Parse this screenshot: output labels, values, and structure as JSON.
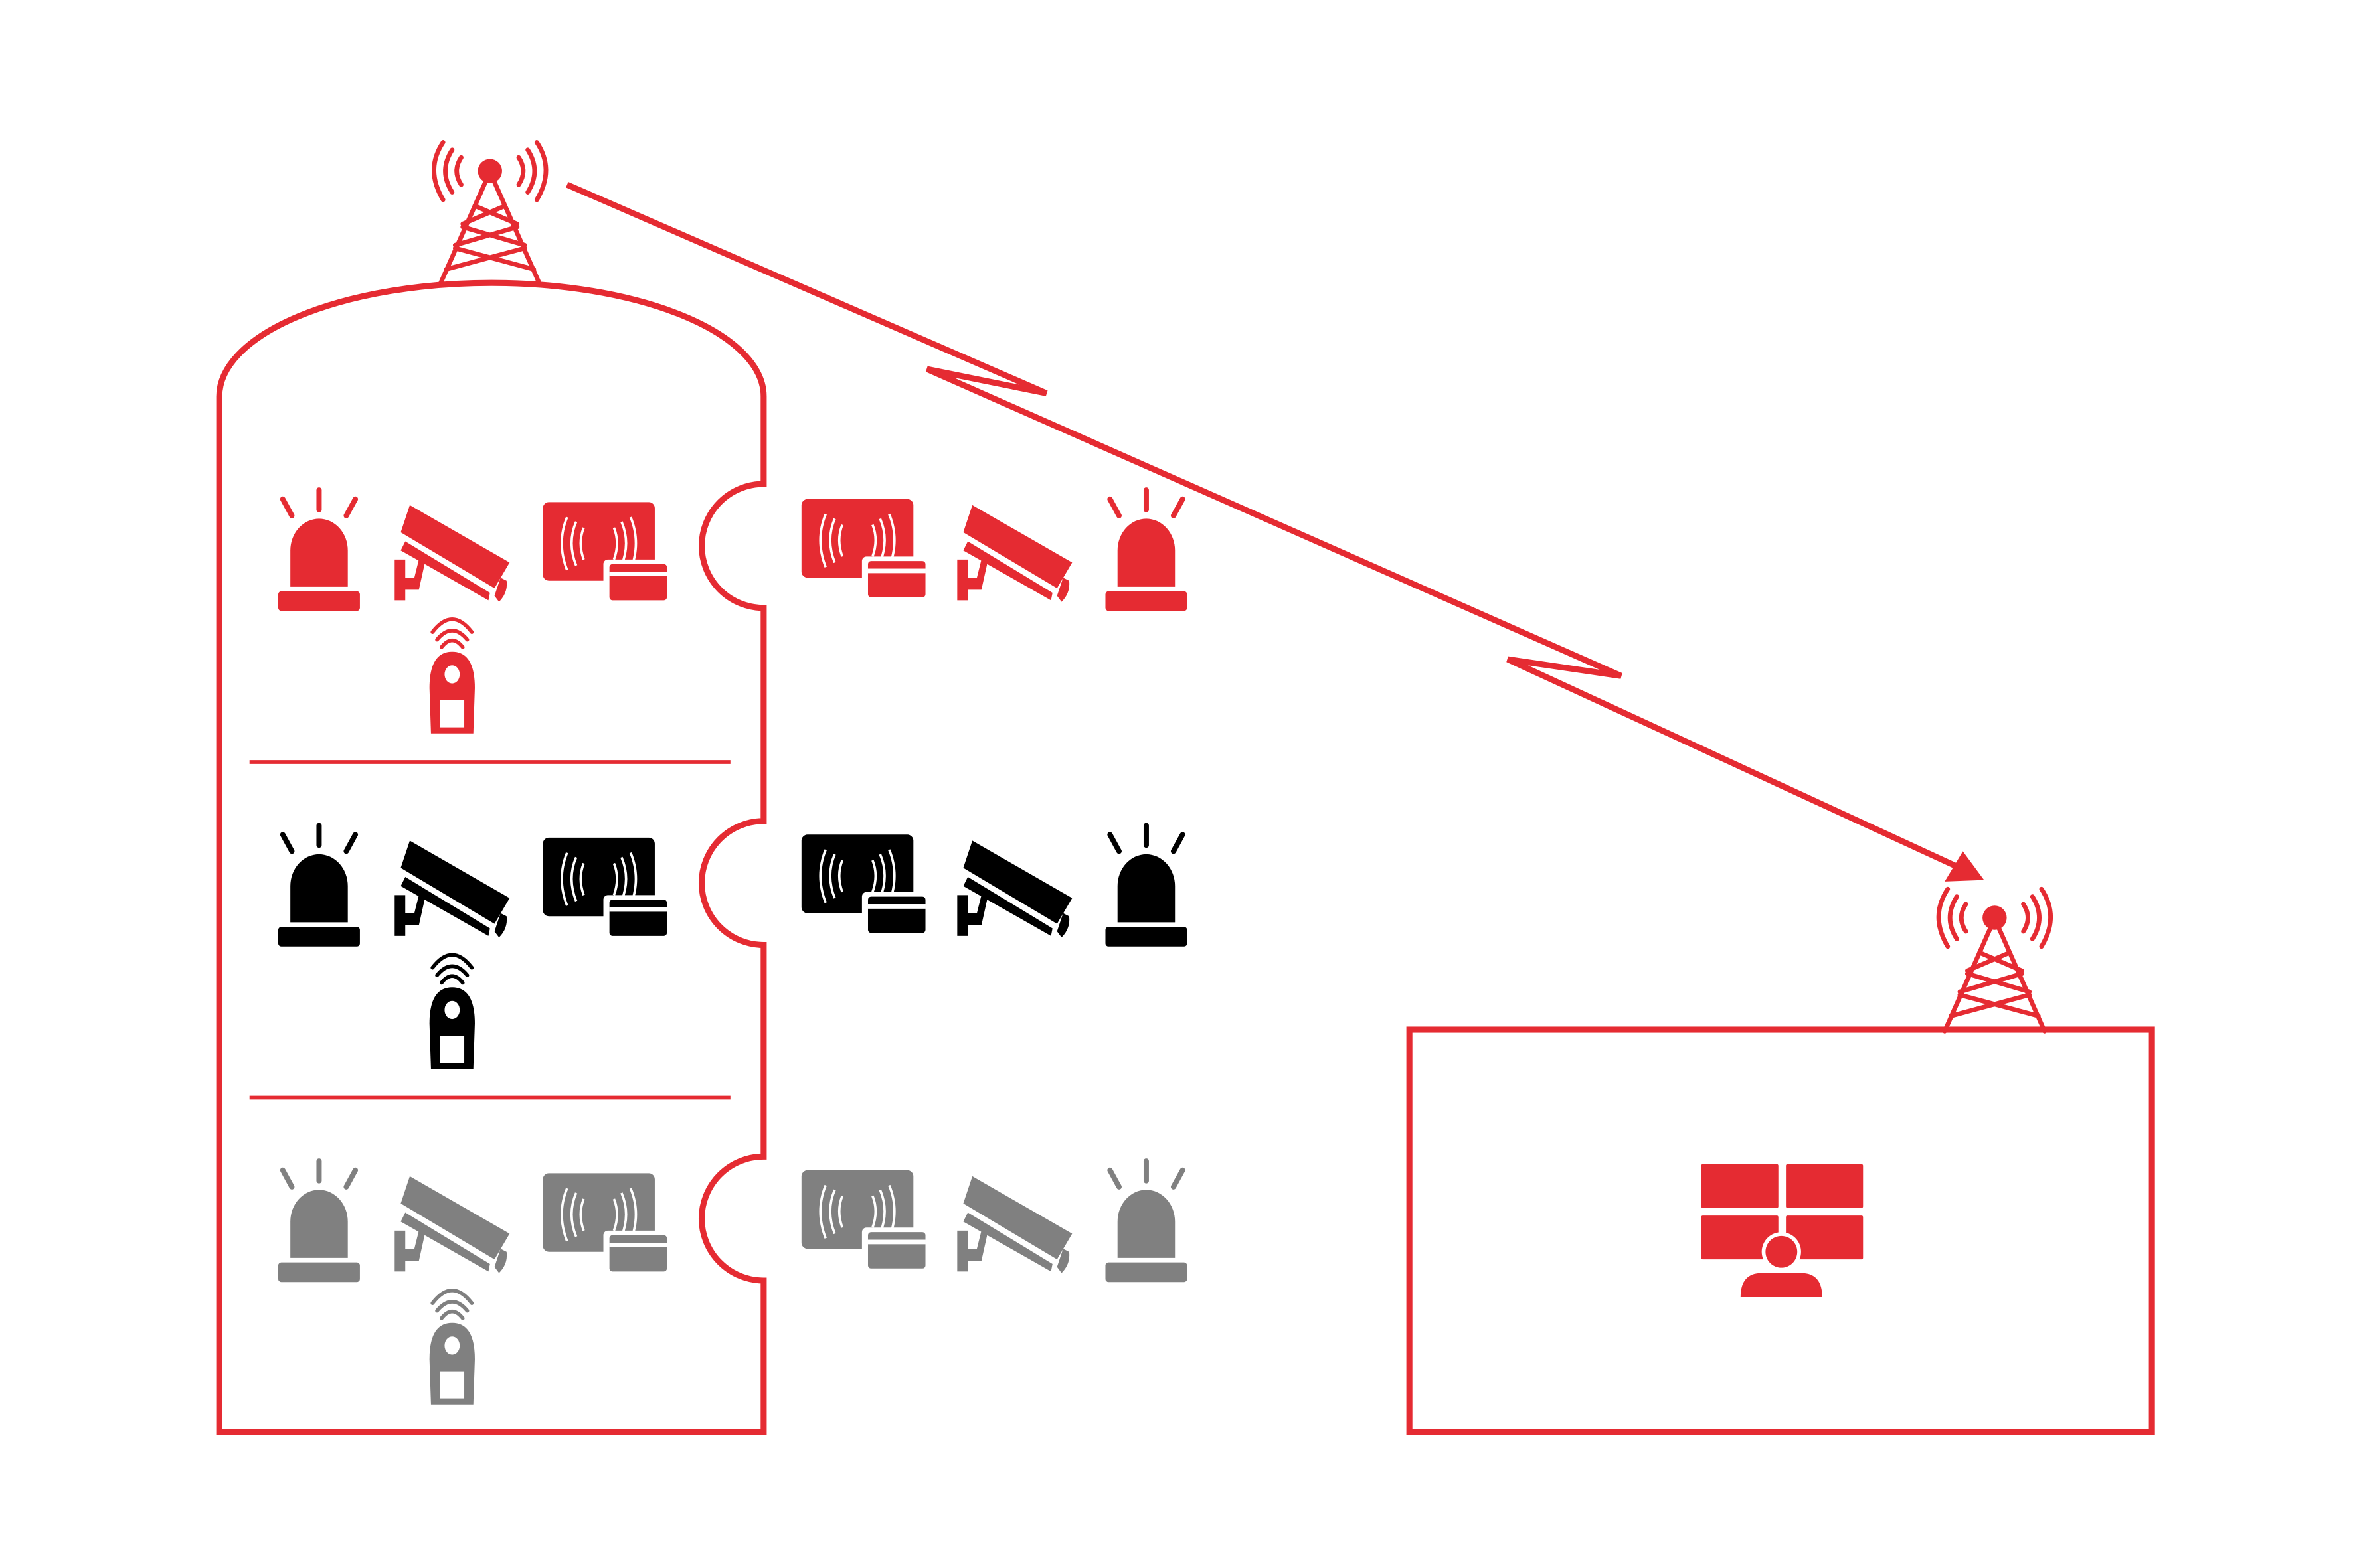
{
  "colors": {
    "accent": "#e52b32",
    "background": "#ffffff"
  },
  "floors": [
    {
      "level": "top",
      "color": "#e52b32"
    },
    {
      "level": "middle",
      "color": "#000000"
    },
    {
      "level": "bottom",
      "color": "#808080"
    }
  ],
  "icons": {
    "inside_floor": [
      "siren-icon",
      "cctv-camera-icon",
      "card-reader-icon",
      "remote-transmitter-icon"
    ],
    "outside_floor": [
      "card-reader-icon",
      "cctv-camera-icon",
      "siren-icon"
    ],
    "building_antenna": "radio-tower-icon",
    "receiver_antenna": "radio-tower-icon",
    "control_room": "monitoring-operator-icon",
    "link": "wireless-link-arrow"
  }
}
